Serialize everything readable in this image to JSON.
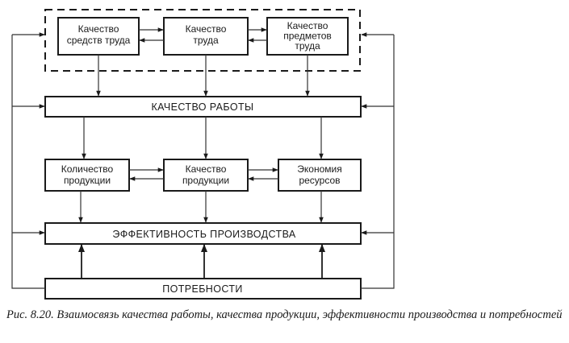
{
  "blocks": {
    "top": [
      {
        "lines": [
          "Качество",
          "средств труда"
        ]
      },
      {
        "lines": [
          "Качество",
          "труда"
        ]
      },
      {
        "lines": [
          "Качество",
          "предметов",
          "труда"
        ]
      }
    ],
    "work_quality": "КАЧЕСТВО РАБОТЫ",
    "middle": [
      {
        "lines": [
          "Количество",
          "продукции"
        ]
      },
      {
        "lines": [
          "Качество",
          "продукции"
        ]
      },
      {
        "lines": [
          "Экономия",
          "ресурсов"
        ]
      }
    ],
    "efficiency": "ЭФФЕКТИВНОСТЬ ПРОИЗВОДСТВА",
    "needs": "ПОТРЕБНОСТИ"
  },
  "caption": "Рис. 8.20. Взаимосвязь качества работы, качества продукции, эффективности производства и потребностей"
}
